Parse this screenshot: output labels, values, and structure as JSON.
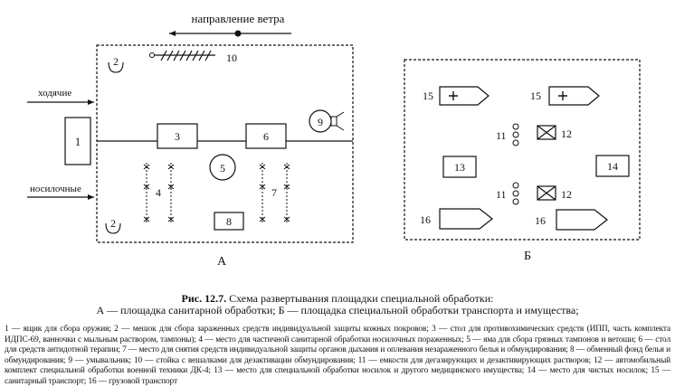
{
  "wind_label": "направление ветра",
  "panel_a": {
    "label": "А",
    "entry_walking": "ходячие",
    "entry_stretcher": "носилочные",
    "items": {
      "n1": "1",
      "n2a": "2",
      "n2b": "2",
      "n3": "3",
      "n4": "4",
      "n5": "5",
      "n6": "6",
      "n7": "7",
      "n8": "8",
      "n9": "9",
      "n10": "10"
    }
  },
  "panel_b": {
    "label": "Б",
    "items": {
      "n11a": "11",
      "n11b": "11",
      "n12a": "12",
      "n12b": "12",
      "n13": "13",
      "n14": "14",
      "n15a": "15",
      "n15b": "15",
      "n16a": "16",
      "n16b": "16"
    }
  },
  "caption": {
    "fig_no": "Рис. 12.7.",
    "title": "Схема развертывания площадки специальной обработки:",
    "subtitle": "А — площадка санитарной обработки; Б — площадка специальной обработки транспорта и имущества;",
    "legend": "1 — ящик для сбора оружия; 2 — мешок для сбора зараженных средств индивидуальной защиты кожных покровов; 3 — стол для противохимических средств (ИПП, часть комплекта ИДПС-69, ванночки с мыльным раствором, тампоны); 4 — место для частичной санитарной обработки носилочных пораженных; 5 — яма для сбора грязных тампонов и ветоши; 6 — стол для средств антидотной терапии; 7 — место для снятия средств индивидуальной защиты органов дыхания и оплевания незараженного белья и обмундирования; 8 — обменный фонд белья и обмундирования; 9 — умывальник; 10 — стойка с вешалками для дезактивации обмундирования; 11 — емкости для дегазирующих и дезактивирующих растворов; 12 — автомобильный комплект специальной обработки военной техники ДК-4; 13 — место для специальной обработки носилок и другого медицинского имущества; 14 — место для чистых носилок; 15 — санитарный транспорт; 16 — грузовой транспорт"
  }
}
